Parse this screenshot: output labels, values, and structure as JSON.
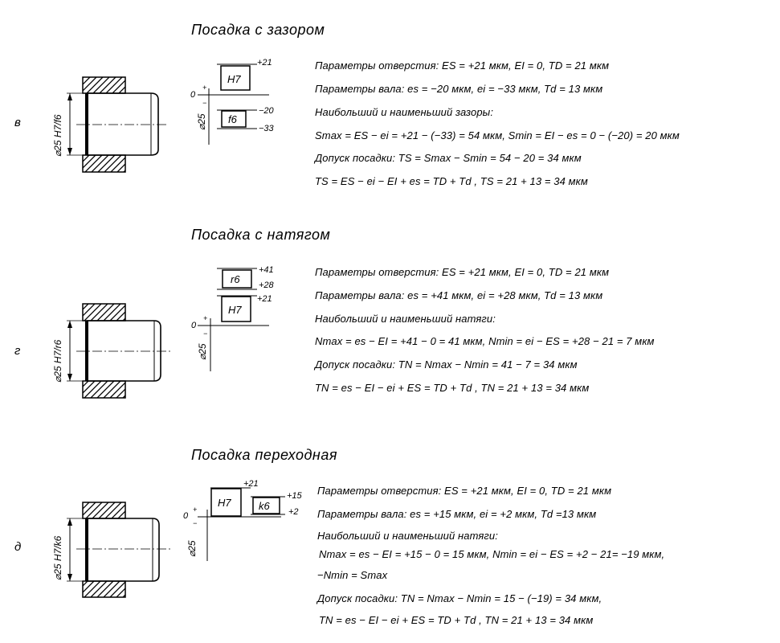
{
  "sections": [
    {
      "id": "clearance",
      "title": "Посадка  с  зазором",
      "letter": "в",
      "fit_label": "⌀25 H7/f6",
      "tolerance": {
        "diameter": "⌀25",
        "zero": "0",
        "hole_label": "H7",
        "hole_upper": "+21",
        "shaft_label": "f6",
        "shaft_upper": "−20",
        "shaft_lower": "−33"
      },
      "lines": [
        "Параметры отверстия:  ES = +21 мкм,    EI = 0,   TD =  21 мкм",
        "Параметры вала:  es = −20 мкм,   ei = −33 мкм,   Td = 13 мкм",
        "Наибольший и наименьший зазоры:",
        "Smax = ES − ei = +21 − (−33) = 54 мкм,   Smin = EI − es = 0 − (−20) = 20 мкм",
        "Допуск посадки:      TS = Smax − Smin = 54 − 20 = 34 мкм",
        "TS = ES − ei − EI + es = TD + Td ,      TS = 21 + 13 = 34 мкм"
      ]
    },
    {
      "id": "interference",
      "title": "Посадка  с  натягом",
      "letter": "г",
      "fit_label": "⌀25 H7/r6",
      "tolerance": {
        "diameter": "⌀25",
        "zero": "0",
        "hole_label": "H7",
        "hole_upper": "+21",
        "shaft_label": "r6",
        "shaft_upper": "+41",
        "shaft_lower": "+28"
      },
      "lines": [
        "Параметры отверстия:  ES = +21 мкм,    EI = 0,   TD = 21 мкм",
        "Параметры вала:   es = +41 мкм,    ei = +28 мкм,    Td = 13 мкм",
        "Наибольший и наименьший натяги:",
        "Nmax = es − EI = +41 − 0 = 41 мкм,       Nmin = ei − ES = +28 − 21 = 7 мкм",
        "Допуск посадки:     TN = Nmax − Nmin = 41 − 7 = 34 мкм",
        "TN = es − EI − ei + ES = TD + Td ,      TN = 21 + 13 = 34 мкм"
      ]
    },
    {
      "id": "transition",
      "title": "Посадка  переходная",
      "letter": "д",
      "fit_label": "⌀25 H7/k6",
      "tolerance": {
        "diameter": "⌀25",
        "zero": "0",
        "hole_label": "H7",
        "hole_upper": "+21",
        "shaft_label": "k6",
        "shaft_upper": "+15",
        "shaft_lower": "+2"
      },
      "lines": [
        "Параметры отверстия:   ES = +21 мкм,    EI = 0,   TD = 21 мкм",
        "Параметры вала:   es = +15 мкм,    ei = +2 мкм,    Td =13 мкм",
        "Наибольший  и  наименьший  натяги:",
        "Nmax = es − EI = +15 − 0 = 15 мкм,   Nmin = ei − ES = +2 − 21= −19 мкм,",
        "−Nmin = Smax",
        "Допуск посадки:   TN = Nmax − Nmin = 15 − (−19) = 34 мкм,",
        "TN = es − EI − ei + ES = TD + Td ,         TN = 21 + 13 = 34 мкм"
      ]
    }
  ]
}
